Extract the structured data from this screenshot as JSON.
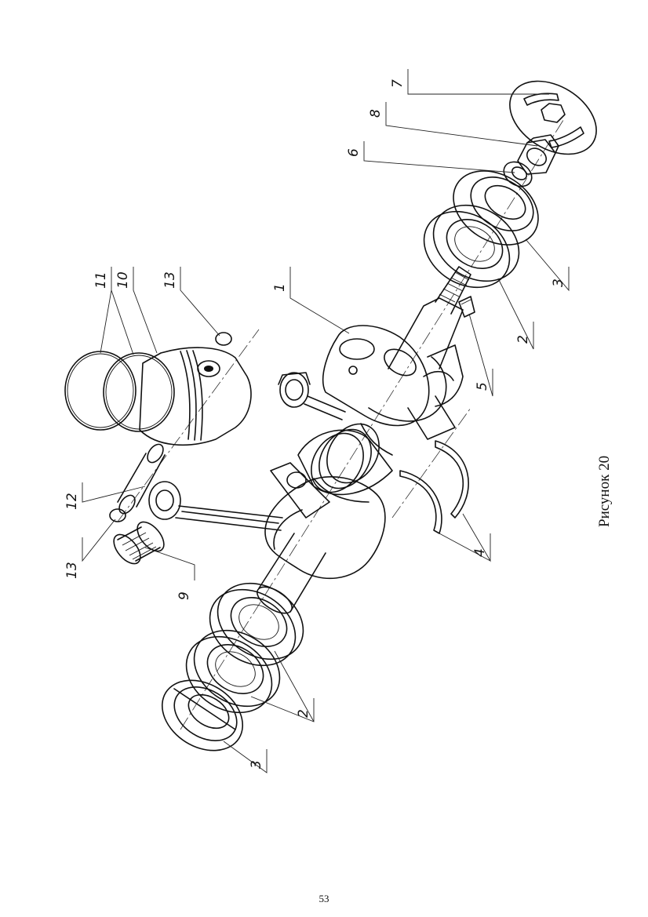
{
  "figure": {
    "caption": "Рисунок 20",
    "callouts": [
      "1",
      "2",
      "2",
      "3",
      "3",
      "4",
      "5",
      "6",
      "7",
      "8",
      "9",
      "10",
      "11",
      "12",
      "13",
      "13"
    ]
  },
  "page": {
    "number": "53"
  }
}
